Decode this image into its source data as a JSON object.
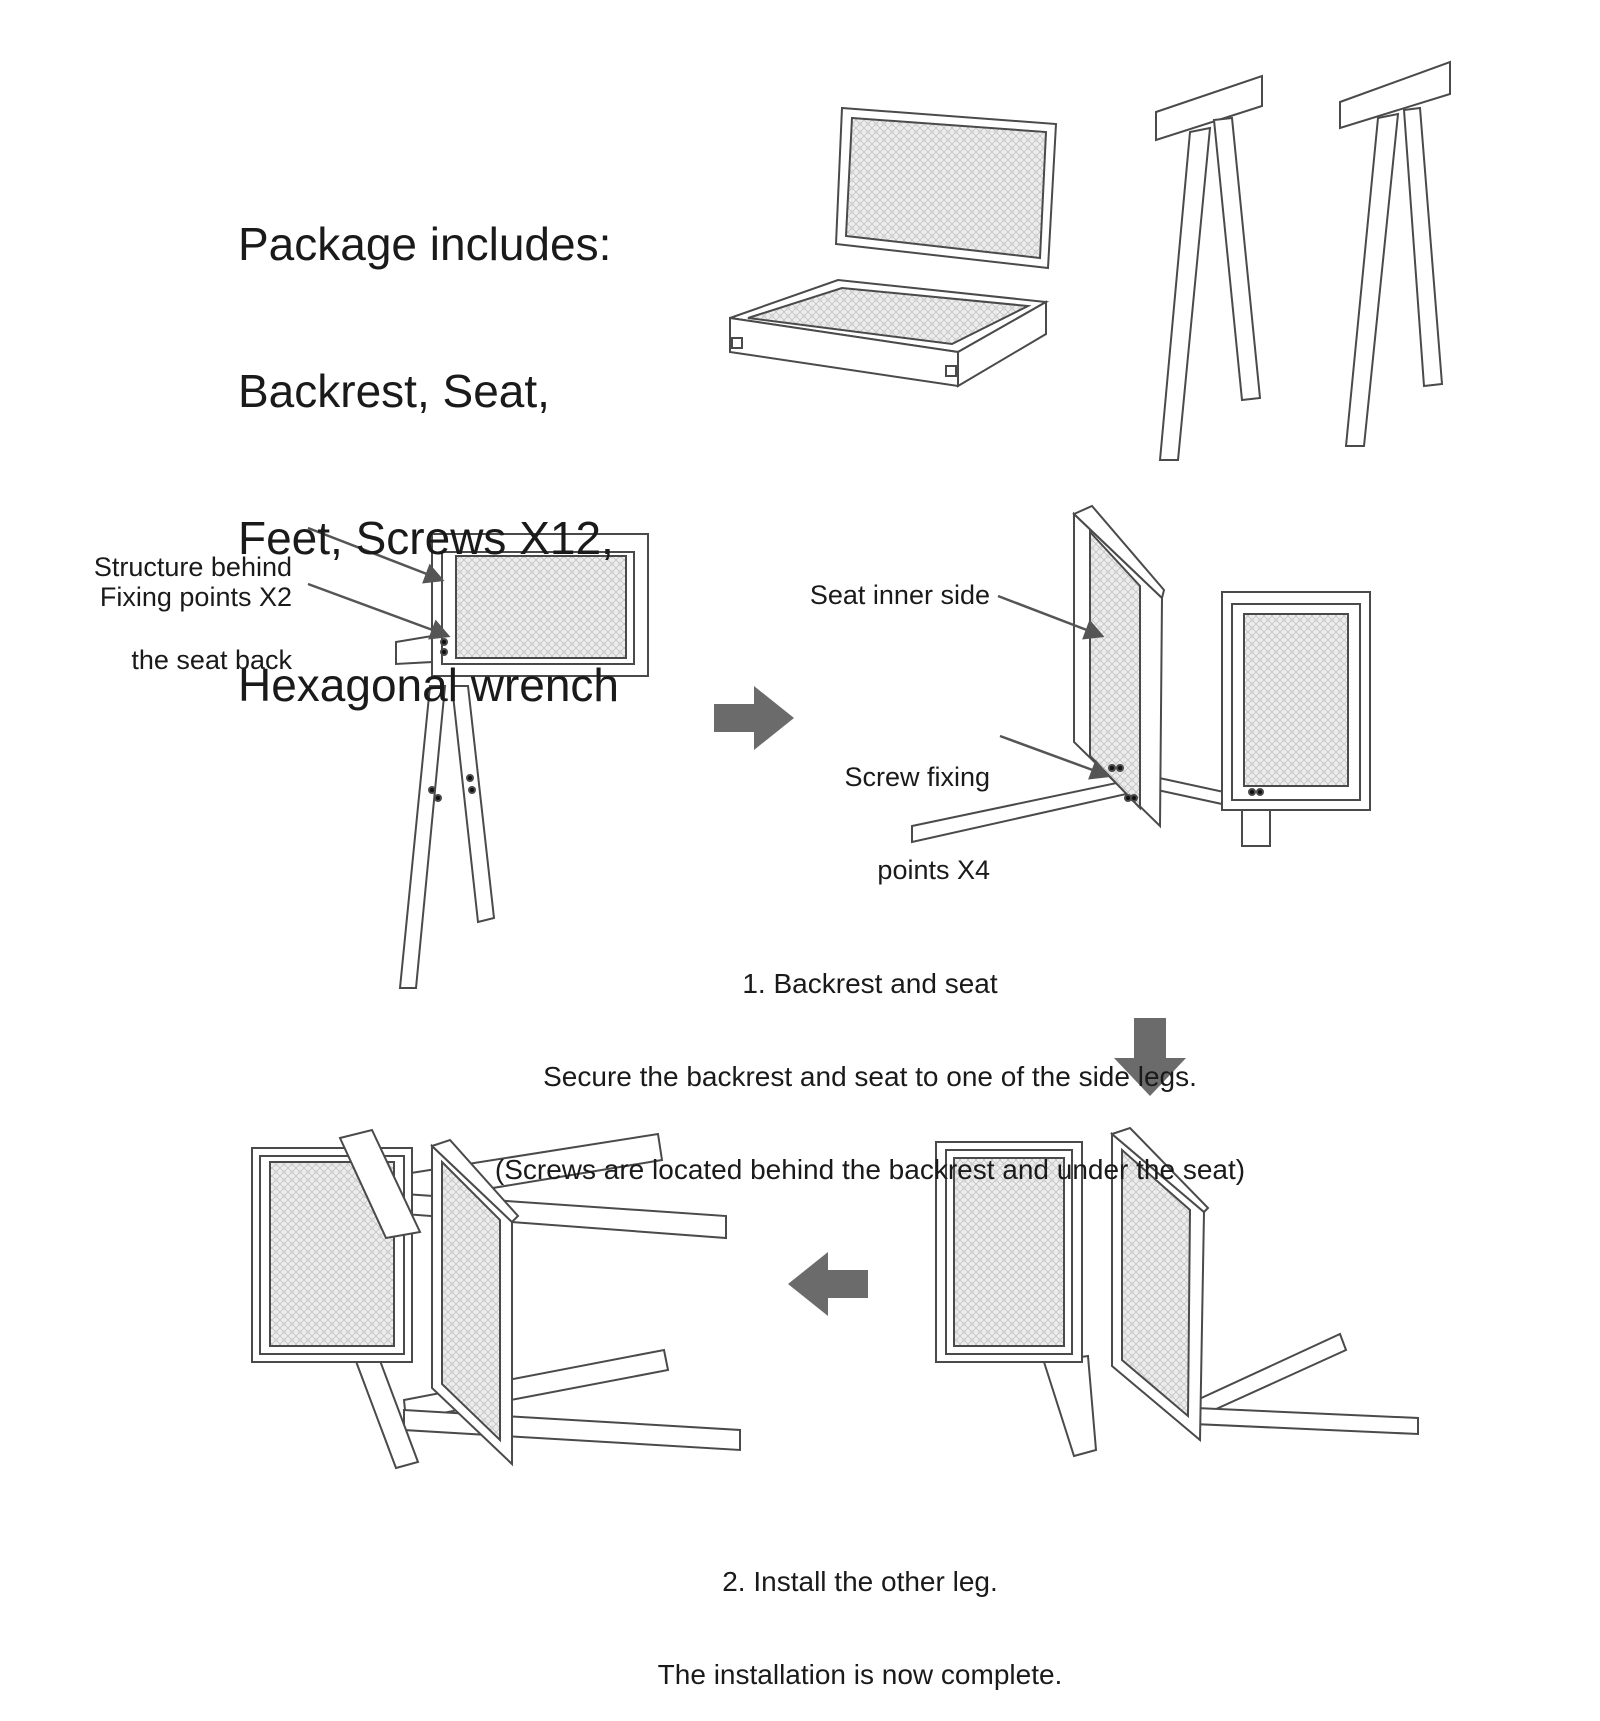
{
  "package": {
    "lines": [
      "Package includes:",
      "Backrest, Seat,",
      "Feet, Screws X12,",
      "Hexagonal wrench"
    ]
  },
  "callouts": {
    "structure_behind_line1": "Structure behind",
    "structure_behind_line2": "the seat back",
    "fixing_points": "Fixing points X2",
    "seat_inner_side": "Seat inner side",
    "screw_fixing_line1": "Screw fixing",
    "screw_fixing_line2": "points X4"
  },
  "step1": {
    "title": "1. Backrest and seat",
    "line1": "Secure the backrest and seat to one of the side legs.",
    "line2": "(Screws are located behind the backrest and under the seat)"
  },
  "step2": {
    "line1": "2. Install the other leg.",
    "line2": "The installation is now complete."
  },
  "colors": {
    "arrow": "#6b6b6b",
    "line": "#4a4a4a",
    "cane": "#c9c9c9"
  }
}
